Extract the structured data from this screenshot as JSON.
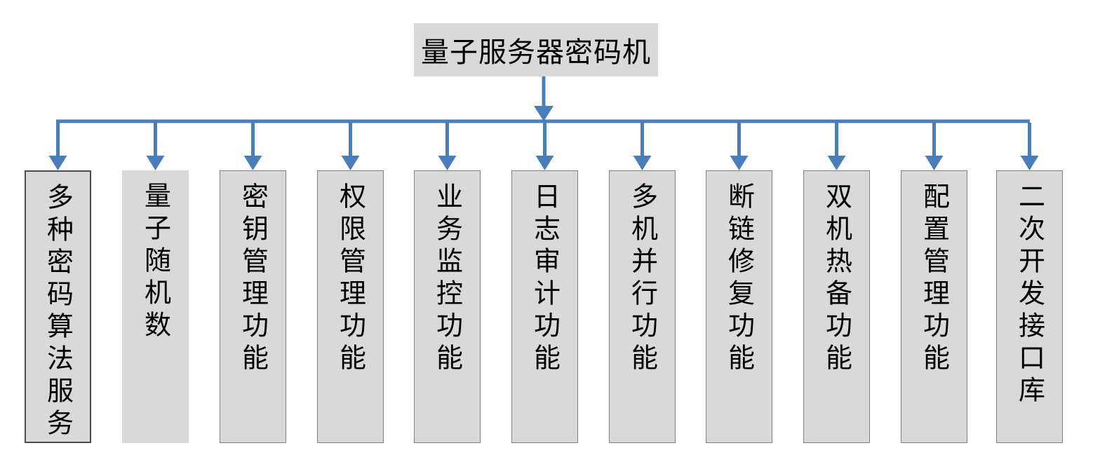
{
  "diagram": {
    "root": {
      "label": "量子服务器密码机"
    },
    "children": [
      {
        "label": "多种密码算法服务"
      },
      {
        "label": "量子随机数"
      },
      {
        "label": "密钥管理功能"
      },
      {
        "label": "权限管理功能"
      },
      {
        "label": "业务监控功能"
      },
      {
        "label": "日志审计功能"
      },
      {
        "label": "多机并行功能"
      },
      {
        "label": "断链修复功能"
      },
      {
        "label": "双机热备功能"
      },
      {
        "label": "配置管理功能"
      },
      {
        "label": "二次开发接口库"
      }
    ],
    "colors": {
      "connector_blue": "#4a7ebb",
      "node_fill": "#d9d9d9",
      "node_border_heavy": "#4d4d4d",
      "node_border_thin": "#7f7f7f",
      "text": "#000000"
    }
  }
}
